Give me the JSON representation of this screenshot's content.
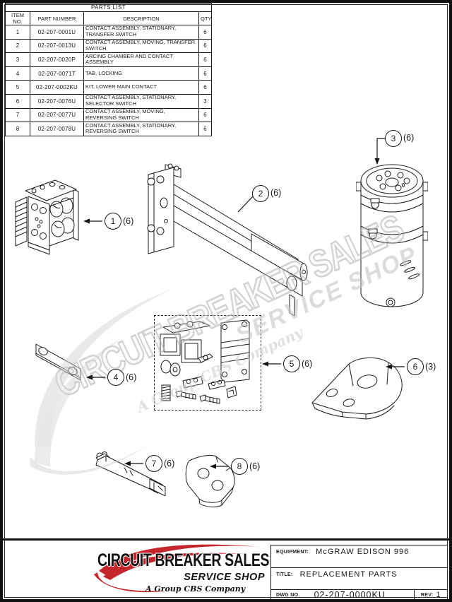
{
  "page": {
    "sheet_bg": "#ffffff",
    "line_color": "#1a1a1a",
    "accent_red": "#c4262c",
    "watermark_gray": "#c9c9c9"
  },
  "parts_table": {
    "title": "PARTS LIST",
    "columns": [
      "ITEM NO.",
      "PART NUMBER",
      "DESCRIPTION",
      "QTY"
    ],
    "rows": [
      {
        "item": "1",
        "part_number": "02-207-0001U",
        "description": "CONTACT ASSEMBLY, STATIONARY, TRANSFER SWITCH",
        "qty": "6"
      },
      {
        "item": "2",
        "part_number": "02-207-0013U",
        "description": "CONTACT ASSEMBLY, MOVING, TRANSFER SWITCH",
        "qty": "6"
      },
      {
        "item": "3",
        "part_number": "02-207-0020P",
        "description": "ARCING CHAMBER AND CONTACT ASSEMBLY",
        "qty": "6"
      },
      {
        "item": "4",
        "part_number": "02-207-0071T",
        "description": "TAB, LOCKING",
        "qty": "6"
      },
      {
        "item": "5",
        "part_number": "02-207-0002KU",
        "description": "KIT, LOWER MAIN CONTACT",
        "qty": "6"
      },
      {
        "item": "6",
        "part_number": "02-207-0076U",
        "description": "CONTACT ASSEMBLY, STATIONARY, SELECTOR SWITCH",
        "qty": "3"
      },
      {
        "item": "7",
        "part_number": "02-207-0077U",
        "description": "CONTACT ASSEMBLY, MOVING, REVERSING SWITCH",
        "qty": "6"
      },
      {
        "item": "8",
        "part_number": "02-207-0078U",
        "description": "CONTACT ASSEMBLY, STATIONARY, REVERSING SWITCH",
        "qty": "6"
      }
    ]
  },
  "callouts": [
    {
      "item": "1",
      "qty": "(6)"
    },
    {
      "item": "2",
      "qty": "(6)"
    },
    {
      "item": "3",
      "qty": "(6)"
    },
    {
      "item": "4",
      "qty": "(6)"
    },
    {
      "item": "5",
      "qty": "(6)"
    },
    {
      "item": "6",
      "qty": "(3)"
    },
    {
      "item": "7",
      "qty": "(6)"
    },
    {
      "item": "8",
      "qty": "(6)"
    }
  ],
  "watermark": {
    "line1": "CIRCUIT BREAKER SALES",
    "line2": "SERVICE SHOP",
    "line3": "A Group CBS Company"
  },
  "footer": {
    "logo": {
      "name": "CIRCUIT BREAKER SALES",
      "tagline": "SERVICE SHOP",
      "company": "A Group CBS Company"
    },
    "title_block": {
      "equipment_label": "EQUIPMENT:",
      "equipment_value": "McGRAW EDISON 996",
      "title_label": "TITLE:",
      "title_value": "REPLACEMENT PARTS",
      "dwg_label": "DWG NO.",
      "dwg_value": "02-207-0000KU",
      "rev_label": "REV:",
      "rev_value": "1"
    }
  }
}
